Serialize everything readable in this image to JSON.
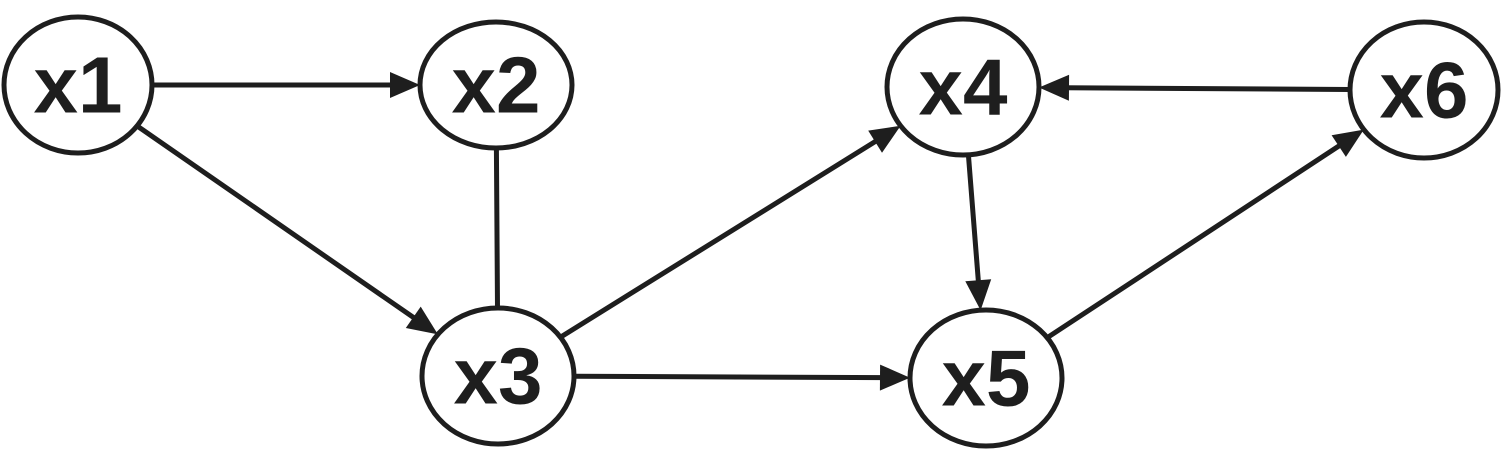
{
  "colors": {
    "stroke": "#1e1e1e",
    "node_fill": "#ffffff",
    "background": "#ffffff"
  },
  "nodes": [
    {
      "id": "x1",
      "label": "x1"
    },
    {
      "id": "x2",
      "label": "x2"
    },
    {
      "id": "x3",
      "label": "x3"
    },
    {
      "id": "x4",
      "label": "x4"
    },
    {
      "id": "x5",
      "label": "x5"
    },
    {
      "id": "x6",
      "label": "x6"
    }
  ],
  "edges": [
    {
      "from": "x1",
      "to": "x2",
      "directed": true
    },
    {
      "from": "x1",
      "to": "x3",
      "directed": true
    },
    {
      "from": "x2",
      "to": "x3",
      "directed": false
    },
    {
      "from": "x3",
      "to": "x4",
      "directed": true
    },
    {
      "from": "x3",
      "to": "x5",
      "directed": true
    },
    {
      "from": "x4",
      "to": "x5",
      "directed": true
    },
    {
      "from": "x5",
      "to": "x6",
      "directed": true
    },
    {
      "from": "x6",
      "to": "x4",
      "directed": true
    }
  ]
}
